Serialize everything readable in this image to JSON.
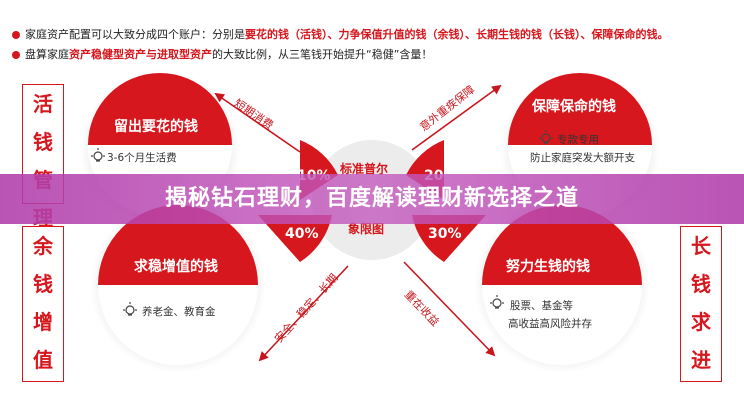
{
  "header": {
    "line1": {
      "prefix": "家庭资产配置可以大致分成四个账户：分别是",
      "accounts": "要花的钱（活钱）、力争保值升值的钱（余钱）、长期生钱的钱（长钱）、保障保命的钱。"
    },
    "line2": {
      "prefix": "盘算家庭",
      "highlight": "资产稳健型资产与进取型资产",
      "suffix": "的大致比例，从三笔钱开始提升“稳健”含量！"
    }
  },
  "side_labels": {
    "top_left": [
      "活",
      "钱",
      "管",
      "理"
    ],
    "bottom_left": [
      "余",
      "钱",
      "增",
      "值"
    ],
    "right": [
      "长",
      "钱",
      "求",
      "进"
    ]
  },
  "quadrants": {
    "top_left": {
      "title": "留出要花的钱",
      "sub": "3-6个月生活费",
      "percent": "10%"
    },
    "top_right": {
      "title": "保障保命的钱",
      "sub1": "专款专用",
      "sub2": "防止家庭突发大额开支",
      "percent": "20%"
    },
    "bottom_left": {
      "title": "求稳增值的钱",
      "sub": "养老金、教育金",
      "percent": "40%"
    },
    "bottom_right": {
      "title": "努力生钱的钱",
      "sub1": "股票、基金等",
      "sub2": "高收益高风险并存",
      "percent": "30%"
    }
  },
  "center": {
    "line1": "标准普尔",
    "line2": "象限图"
  },
  "arrows": {
    "top_left": "短期消费",
    "top_right": "意外重疾保障",
    "bottom_left": "安全、稳定、长期",
    "bottom_right": "重在收益"
  },
  "banner": {
    "title": "揭秘钻石理财，百度解读理财新选择之道"
  },
  "colors": {
    "accent": "#d6171d",
    "banner": "#b84db5"
  },
  "icons": {
    "bulb": "lightbulb-icon"
  }
}
